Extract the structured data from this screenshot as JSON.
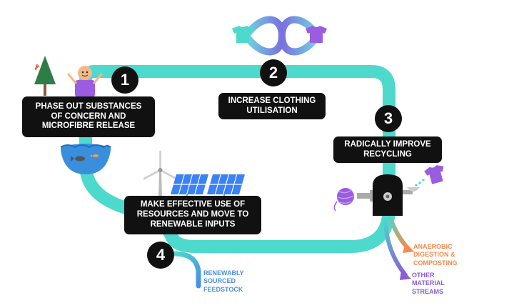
{
  "steps": [
    {
      "number": "1",
      "lines": [
        "PHASE OUT SUBSTANCES",
        "OF CONCERN AND",
        "MICROFIBRE RELEASE"
      ]
    },
    {
      "number": "2",
      "lines": [
        "INCREASE CLOTHING",
        "UTILISATION"
      ]
    },
    {
      "number": "3",
      "lines": [
        "RADICALLY IMPROVE",
        "RECYCLING"
      ]
    },
    {
      "number": "4",
      "lines": [
        "MAKE EFFECTIVE USE OF",
        "RESOURCES AND MOVE TO",
        "RENEWABLE INPUTS"
      ]
    }
  ],
  "outputs": {
    "anaerobic": [
      "ANAEROBIC",
      "DIGESTION &",
      "COMPOSTING"
    ],
    "other": [
      "OTHER",
      "MATERIAL",
      "STREAMS"
    ],
    "feedstock": [
      "RENEWABLY",
      "SOURCED",
      "FEEDSTOCK"
    ]
  },
  "colors": {
    "loop": "#4dd9cc",
    "box": "#111111",
    "anaerobic": "#f58a4b",
    "other": "#8b5cd6",
    "feedstock": "#4a90e2",
    "purple": "#9a5ce0",
    "solar": "#3b82f6"
  },
  "icons": [
    "tree-icon",
    "person-icon",
    "water-fish-icon",
    "infinity-shirts-icon",
    "wind-turbine-icon",
    "solar-panel-icon",
    "yarn-ball-icon",
    "recycling-machine-icon",
    "tshirt-icon"
  ]
}
